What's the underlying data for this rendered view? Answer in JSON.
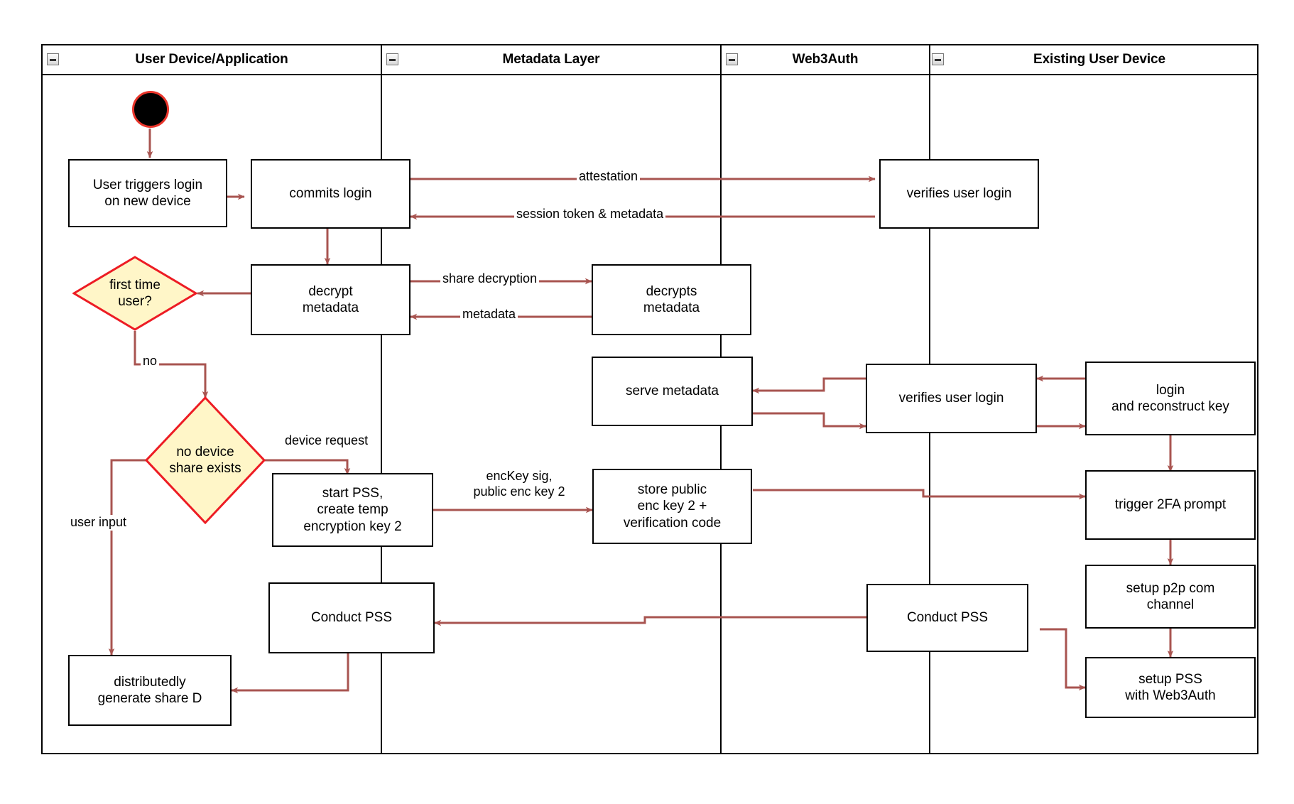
{
  "diagram": {
    "title": "Web3Auth new-device login activity diagram",
    "colors": {
      "edge": "#a85450",
      "decision_fill": "#fff6c8",
      "decision_stroke": "#ed1c24",
      "node_stroke": "#000000",
      "start_fill": "#000000",
      "start_stroke": "#e8342a",
      "lane_stroke": "#000000"
    },
    "lanes": [
      {
        "id": "user-device",
        "label": "User Device/Application",
        "collapse_icon": "minus-box-icon"
      },
      {
        "id": "metadata-layer",
        "label": "Metadata Layer",
        "collapse_icon": "minus-box-icon"
      },
      {
        "id": "web3auth",
        "label": "Web3Auth",
        "collapse_icon": "minus-box-icon"
      },
      {
        "id": "existing-user-device",
        "label": "Existing User Device",
        "collapse_icon": "minus-box-icon"
      }
    ],
    "nodes": [
      {
        "id": "start",
        "type": "start",
        "label": ""
      },
      {
        "id": "user-triggers-login",
        "type": "activity",
        "label": "User triggers login\non new device"
      },
      {
        "id": "commits-login",
        "type": "activity",
        "label": "commits login"
      },
      {
        "id": "verifies-user-login-1",
        "type": "activity",
        "label": "verifies user login"
      },
      {
        "id": "decrypt-metadata",
        "type": "activity",
        "label": "decrypt\nmetadata"
      },
      {
        "id": "decrypts-metadata",
        "type": "activity",
        "label": "decrypts\nmetadata"
      },
      {
        "id": "first-time-user",
        "type": "decision",
        "label": "first time\nuser?"
      },
      {
        "id": "serve-metadata",
        "type": "activity",
        "label": "serve metadata"
      },
      {
        "id": "verifies-user-login-2",
        "type": "activity",
        "label": "verifies user login"
      },
      {
        "id": "login-and-reconstruct-key",
        "type": "activity",
        "label": "login\nand reconstruct key"
      },
      {
        "id": "no-device-share-exists",
        "type": "decision",
        "label": "no device\nshare exists"
      },
      {
        "id": "start-pss-create-temp-key",
        "type": "activity",
        "label": "start PSS,\ncreate temp\nencryption key 2"
      },
      {
        "id": "store-public-enc-key",
        "type": "activity",
        "label": "store public\nenc key 2 +\nverification code"
      },
      {
        "id": "trigger-2fa-prompt",
        "type": "activity",
        "label": "trigger 2FA prompt"
      },
      {
        "id": "setup-p2p-com-channel",
        "type": "activity",
        "label": "setup p2p com\nchannel"
      },
      {
        "id": "conduct-pss-user",
        "type": "activity",
        "label": "Conduct PSS"
      },
      {
        "id": "conduct-pss-web3auth",
        "type": "activity",
        "label": "Conduct PSS"
      },
      {
        "id": "setup-pss-with-web3auth",
        "type": "activity",
        "label": "setup PSS\nwith Web3Auth"
      },
      {
        "id": "distributedly-generate-share-d",
        "type": "activity",
        "label": "distributedly\ngenerate share D"
      }
    ],
    "edge_labels": [
      {
        "id": "attestation",
        "text": "attestation"
      },
      {
        "id": "session-token-metadata",
        "text": "session token & metadata"
      },
      {
        "id": "share-decryption",
        "text": "share decryption"
      },
      {
        "id": "metadata",
        "text": "metadata"
      },
      {
        "id": "no",
        "text": "no"
      },
      {
        "id": "device-request",
        "text": "device request"
      },
      {
        "id": "user-input",
        "text": "user input"
      },
      {
        "id": "enckey-sig",
        "text": "encKey sig,\npublic enc key 2"
      }
    ]
  }
}
